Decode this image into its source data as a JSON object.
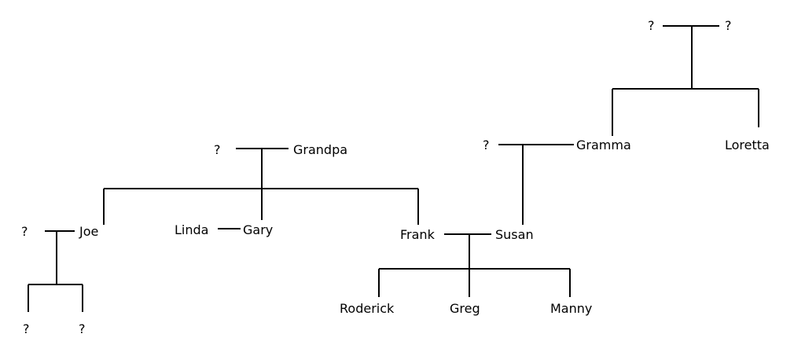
{
  "people": {
    "top_unknown_left": "?",
    "top_unknown_right": "?",
    "gramma": "Gramma",
    "loretta": "Loretta",
    "gramma_spouse": "?",
    "susan": "Susan",
    "grandpa_spouse": "?",
    "grandpa": "Grandpa",
    "joe": "Joe",
    "joe_spouse": "?",
    "linda": "Linda",
    "gary": "Gary",
    "frank": "Frank",
    "roderick": "Roderick",
    "greg": "Greg",
    "manny": "Manny",
    "joe_child_1": "?",
    "joe_child_2": "?"
  }
}
